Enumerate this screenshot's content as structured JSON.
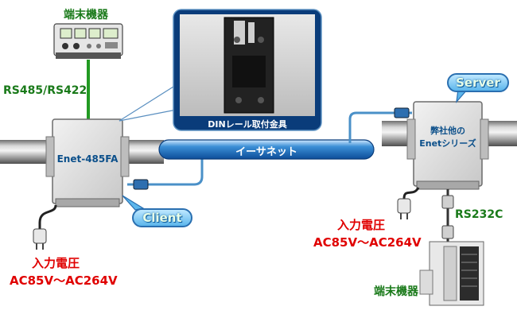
{
  "labels": {
    "device_top": "端末機器",
    "rs485": "RS485/RS422",
    "enet_left": "Enet-485FA",
    "din_caption": "DINレール取付金具",
    "ethernet": "イーサネット",
    "server": "Server",
    "client": "Client",
    "right_box_line1": "弊社他の",
    "right_box_line2": "Enetシリーズ",
    "rs232c": "RS232C",
    "voltage_right_title": "入力電圧",
    "voltage_right_range": "AC85V～AC264V",
    "voltage_left_title": "入力電圧",
    "voltage_left_range": "AC85V～AC264V",
    "device_bottom": "端末機器"
  },
  "colors": {
    "green_text": "#1a7a1a",
    "red_text": "#e00000",
    "cable_blue": "#4a90c8",
    "cable_green": "#229a22",
    "pill_blue": "#5cb6ec"
  }
}
